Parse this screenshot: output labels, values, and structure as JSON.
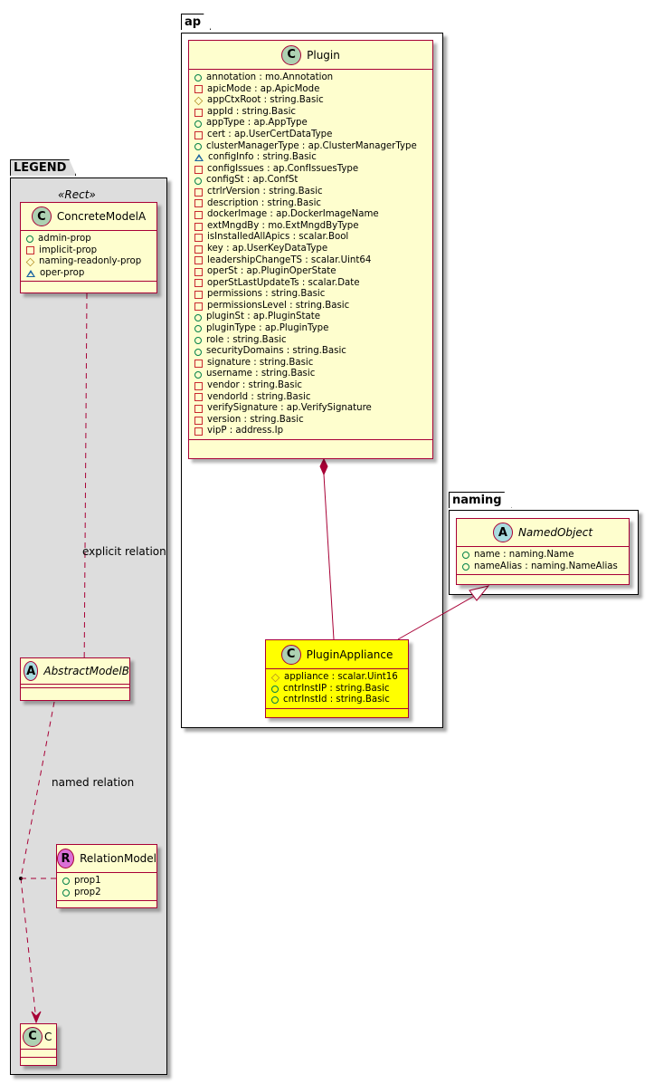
{
  "packages": {
    "legend": {
      "name": "LEGEND",
      "stereotype": "«Rect»"
    },
    "ap": {
      "name": "ap"
    },
    "naming": {
      "name": "naming"
    }
  },
  "classes": {
    "concrete_model_a": {
      "kind": "C",
      "name": "ConcreteModelA",
      "attributes": [
        {
          "visibility": "public",
          "text": "admin-prop"
        },
        {
          "visibility": "private",
          "text": "implicit-prop"
        },
        {
          "visibility": "protected",
          "text": "naming-readonly-prop"
        },
        {
          "visibility": "package",
          "text": "oper-prop"
        }
      ]
    },
    "abstract_model_b": {
      "kind": "A",
      "name": "AbstractModelB",
      "attributes": []
    },
    "relation_model": {
      "kind": "R",
      "name": "RelationModel",
      "attributes": [
        {
          "visibility": "public",
          "text": "prop1"
        },
        {
          "visibility": "public",
          "text": "prop2"
        }
      ]
    },
    "c": {
      "kind": "C",
      "name": "C",
      "attributes": []
    },
    "plugin": {
      "kind": "C",
      "name": "Plugin",
      "attributes": [
        {
          "visibility": "public",
          "text": "annotation : mo.Annotation"
        },
        {
          "visibility": "private",
          "text": "apicMode : ap.ApicMode"
        },
        {
          "visibility": "protected",
          "text": "appCtxRoot : string.Basic"
        },
        {
          "visibility": "private",
          "text": "appId : string.Basic"
        },
        {
          "visibility": "public",
          "text": "appType : ap.AppType"
        },
        {
          "visibility": "private",
          "text": "cert : ap.UserCertDataType"
        },
        {
          "visibility": "public",
          "text": "clusterManagerType : ap.ClusterManagerType"
        },
        {
          "visibility": "package",
          "text": "configInfo : string.Basic"
        },
        {
          "visibility": "private",
          "text": "configIssues : ap.ConfIssuesType"
        },
        {
          "visibility": "public",
          "text": "configSt : ap.ConfSt"
        },
        {
          "visibility": "private",
          "text": "ctrlrVersion : string.Basic"
        },
        {
          "visibility": "private",
          "text": "description : string.Basic"
        },
        {
          "visibility": "private",
          "text": "dockerImage : ap.DockerImageName"
        },
        {
          "visibility": "private",
          "text": "extMngdBy : mo.ExtMngdByType"
        },
        {
          "visibility": "private",
          "text": "isInstalledAllApics : scalar.Bool"
        },
        {
          "visibility": "private",
          "text": "key : ap.UserKeyDataType"
        },
        {
          "visibility": "private",
          "text": "leadershipChangeTS : scalar.Uint64"
        },
        {
          "visibility": "private",
          "text": "operSt : ap.PluginOperState"
        },
        {
          "visibility": "private",
          "text": "operStLastUpdateTs : scalar.Date"
        },
        {
          "visibility": "private",
          "text": "permissions : string.Basic"
        },
        {
          "visibility": "private",
          "text": "permissionsLevel : string.Basic"
        },
        {
          "visibility": "public",
          "text": "pluginSt : ap.PluginState"
        },
        {
          "visibility": "public",
          "text": "pluginType : ap.PluginType"
        },
        {
          "visibility": "public",
          "text": "role : string.Basic"
        },
        {
          "visibility": "public",
          "text": "securityDomains : string.Basic"
        },
        {
          "visibility": "private",
          "text": "signature : string.Basic"
        },
        {
          "visibility": "public",
          "text": "username : string.Basic"
        },
        {
          "visibility": "private",
          "text": "vendor : string.Basic"
        },
        {
          "visibility": "private",
          "text": "vendorId : string.Basic"
        },
        {
          "visibility": "private",
          "text": "verifySignature : ap.VerifySignature"
        },
        {
          "visibility": "private",
          "text": "version : string.Basic"
        },
        {
          "visibility": "private",
          "text": "vipP : address.Ip"
        }
      ]
    },
    "plugin_appliance": {
      "kind": "C",
      "name": "PluginAppliance",
      "highlight_color": "#ffff00",
      "attributes": [
        {
          "visibility": "protected",
          "text": "appliance : scalar.Uint16"
        },
        {
          "visibility": "public",
          "text": "cntrInstIP : string.Basic"
        },
        {
          "visibility": "public",
          "text": "cntrInstId : string.Basic"
        }
      ]
    },
    "named_object": {
      "kind": "A",
      "name": "NamedObject",
      "attributes": [
        {
          "visibility": "public",
          "text": "name : naming.Name"
        },
        {
          "visibility": "public",
          "text": "nameAlias : naming.NameAlias"
        }
      ]
    }
  },
  "relations": {
    "explicit": {
      "label": "explicit relation",
      "from": "ConcreteModelA",
      "to": "AbstractModelB",
      "type": "dependency"
    },
    "named": {
      "label": "named relation",
      "from": "AbstractModelB",
      "to": "C",
      "type": "dependency",
      "association_class": "RelationModel"
    },
    "composition": {
      "label": "",
      "from": "Plugin",
      "to": "PluginAppliance",
      "type": "composition"
    },
    "inheritance": {
      "label": "",
      "from": "PluginAppliance",
      "to": "NamedObject",
      "type": "generalization"
    }
  },
  "colors": {
    "class_fill": "#fefece",
    "class_border": "#a80036",
    "highlight_fill": "#ffff00",
    "legend_fill": "#dddddd",
    "circle_class": "#add1b2",
    "circle_abstract": "#a9dcdf",
    "circle_relation": "#da70d6"
  }
}
